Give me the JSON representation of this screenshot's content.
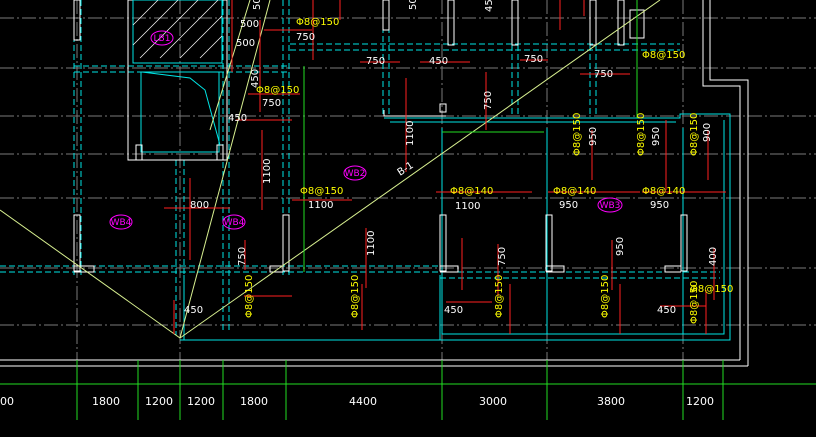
{
  "drawing": {
    "background": "#000000",
    "colors": {
      "wall": "#ffffff",
      "grid": "#00e5e5",
      "axis": "#7a7a7a",
      "rebar": "#ff2020",
      "text": "#ffff00",
      "label": "#ff00ff",
      "dimension": "#22dd22",
      "diagonal": "#d8f090"
    },
    "slab_labels": [
      "LB1",
      "WB2",
      "WB4",
      "WB4",
      "WB3"
    ],
    "beam_label": "B-1",
    "dimensions": [
      "00",
      "1800",
      "1200",
      "1200",
      "1800",
      "4400",
      "3000",
      "3800",
      "1200"
    ],
    "rebar_specs": [
      "Φ8@150",
      "Φ8@150",
      "Φ8@150",
      "Φ8@150",
      "Φ8@150",
      "Φ8@150",
      "Φ8@150",
      "Φ8@150",
      "Φ8@150",
      "Φ8@150",
      "Φ8@150",
      "Φ8@150",
      "Φ8@150",
      "Φ8@140",
      "Φ8@140",
      "Φ8@140"
    ],
    "lengths": [
      "500",
      "500",
      "500",
      "450",
      "750",
      "450",
      "750",
      "750",
      "450",
      "750",
      "1100",
      "750",
      "950",
      "950",
      "900",
      "750",
      "1100",
      "1100",
      "1100",
      "800",
      "950",
      "950",
      "1100",
      "750",
      "950",
      "400",
      "450",
      "450",
      "450",
      "750",
      "500",
      "450"
    ]
  }
}
